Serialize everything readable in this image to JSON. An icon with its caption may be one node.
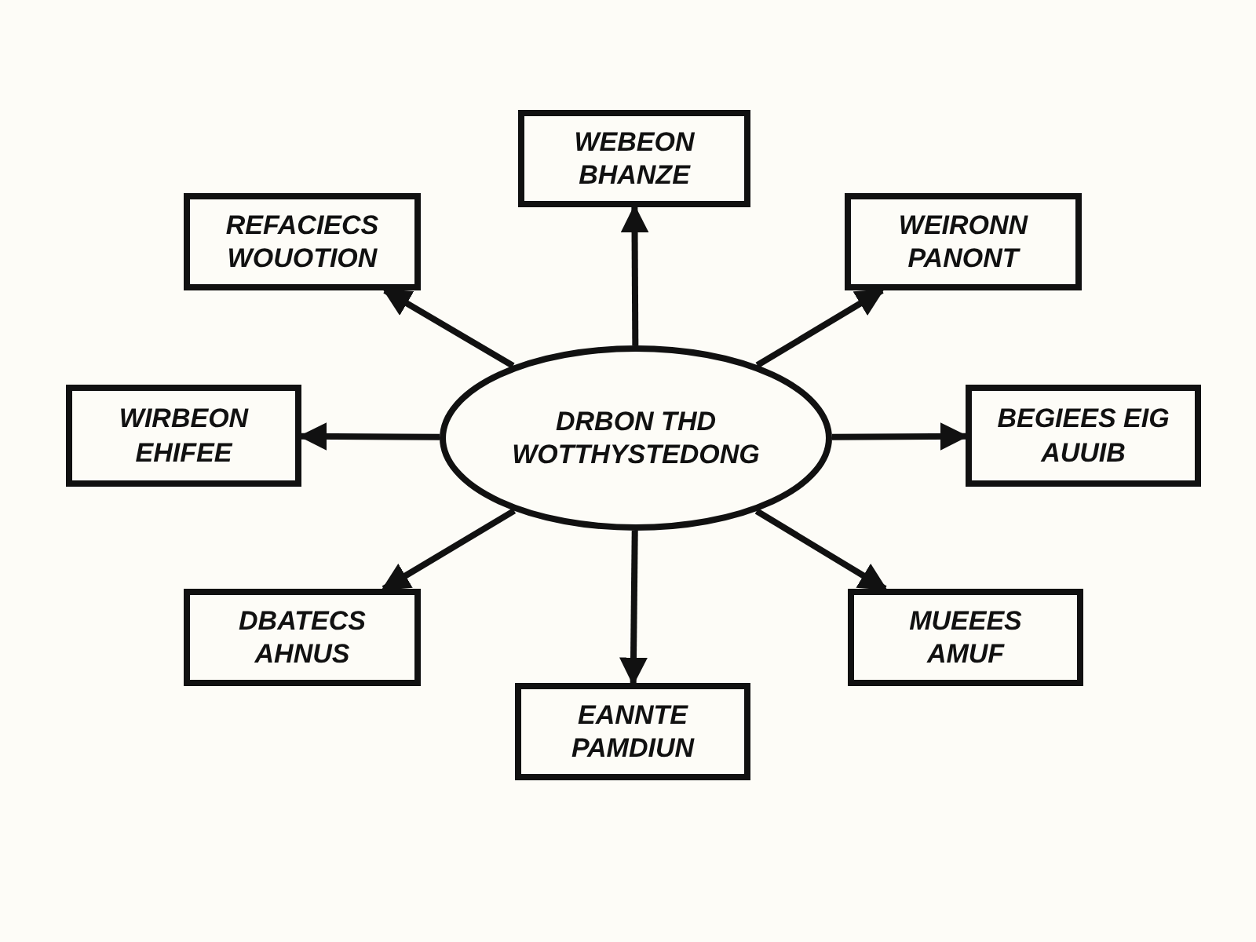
{
  "diagram": {
    "nodes": [
      {
        "text": [
          "DRBON THD WOTTHYSTEDONG"
        ]
      },
      {
        "text": [
          "WEBEON BHANZE"
        ]
      },
      {
        "text": [
          "REFACIECS WOUOTION"
        ]
      },
      {
        "text": [
          "WEIRONN PANONT"
        ]
      },
      {
        "text": [
          "WIRBEON EHIFEE"
        ]
      },
      {
        "text": [
          "BEGIEES EIG AUUIB"
        ]
      },
      {
        "text": [
          "DBATECS AHNUS"
        ]
      },
      {
        "text": [
          "EANNTE PAMDIUN"
        ]
      },
      {
        "text": [
          "MUEEES AMUF"
        ]
      }
    ],
    "edges": [
      {
        "from": 0,
        "to": 1,
        "arrow": "to"
      },
      {
        "from": 0,
        "to": 2,
        "arrow": "to"
      },
      {
        "from": 0,
        "to": 3,
        "arrow": "to"
      },
      {
        "from": 0,
        "to": 4,
        "arrow": "to"
      },
      {
        "from": 0,
        "to": 5,
        "arrow": "to"
      },
      {
        "from": 0,
        "to": 6,
        "arrow": "to"
      },
      {
        "from": 0,
        "to": 7,
        "arrow": "to"
      },
      {
        "from": 0,
        "to": 8,
        "arrow": "to"
      }
    ]
  }
}
